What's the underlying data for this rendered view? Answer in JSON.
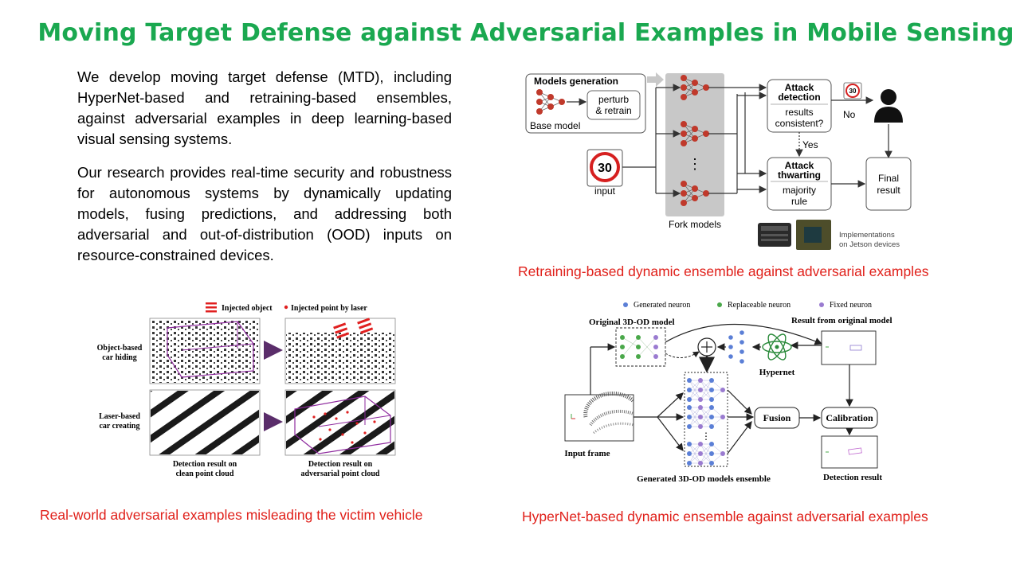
{
  "title": "Moving Target Defense against Adversarial Examples in Mobile Sensing",
  "paragraphs": [
    "We develop moving target defense (MTD), including HyperNet-based and retraining-based ensembles, against adversarial examples in deep learning-based visual sensing systems.",
    "Our research provides real-time security and robustness for autonomous systems by dynamically updating models, fusing predictions, and addressing both adversarial and out-of-distribution (OOD) inputs on resource-constrained devices."
  ],
  "captions": {
    "retraining": "Retraining-based dynamic ensemble against adversarial examples",
    "realworld": "Real-world adversarial examples misleading the victim vehicle",
    "hypernet": "HyperNet-based dynamic ensemble against adversarial examples"
  },
  "fig_retraining": {
    "models_generation": "Models generation",
    "perturb_line1": "perturb",
    "perturb_line2": "& retrain",
    "base_model": "Base model",
    "fork_models": "Fork models",
    "input_label": "input",
    "sign_value": "30",
    "attack_detection_line1": "Attack",
    "attack_detection_line2": "detection",
    "results_line1": "results",
    "results_line2": "consistent?",
    "no_label": "No",
    "yes_label": "Yes",
    "attack_thwarting_line1": "Attack",
    "attack_thwarting_line2": "thwarting",
    "majority_line1": "majority",
    "majority_line2": "rule",
    "final_line1": "Final",
    "final_line2": "result",
    "impl_line1": "Implementations",
    "impl_line2": "on Jetson devices",
    "colors": {
      "neuron": "#c0392b",
      "fork_bg": "#c8c8c8",
      "box_border": "#555555"
    }
  },
  "fig_realworld": {
    "legend_injected_object": "Injected object",
    "legend_injected_point": "Injected point by laser",
    "row1_line1": "Object-based",
    "row1_line2": "car hiding",
    "row2_line1": "Laser-based",
    "row2_line2": "car creating",
    "col1_line1": "Detection result on",
    "col1_line2": "clean point cloud",
    "col2_line1": "Detection result on",
    "col2_line2": "adversarial point cloud",
    "colors": {
      "box": "#8e2a9e",
      "injected": "#e02020",
      "arrow": "#5a2d6a"
    }
  },
  "fig_hypernet": {
    "legend_generated": "Generated neuron",
    "legend_replaceable": "Replaceable neuron",
    "legend_fixed": "Fixed neuron",
    "original_model": "Original 3D-OD model",
    "result_original": "Result from original model",
    "hypernet": "Hypernet",
    "fusion": "Fusion",
    "calibration": "Calibration",
    "input_frame": "Input frame",
    "ensemble": "Generated 3D-OD models ensemble",
    "detection_result": "Detection result",
    "colors": {
      "generated": "#5b7fd6",
      "replaceable": "#4aa84a",
      "fixed": "#9a7bd0"
    }
  }
}
